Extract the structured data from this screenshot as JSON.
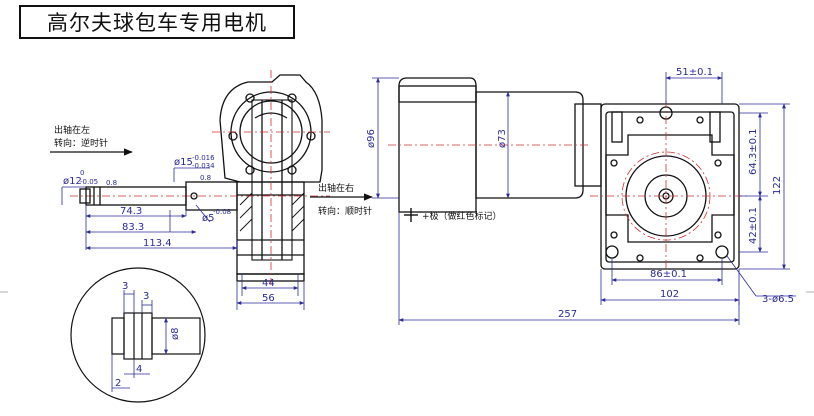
{
  "title": "高尔夫球包车专用电机",
  "notes": {
    "left_rotation_1": "出轴在左",
    "left_rotation_2": "转向：逆时针",
    "right_rotation_1": "出轴在右",
    "right_rotation_2": "转向：顺时针",
    "polarity": "+极（做红色标记）"
  },
  "dimensions": {
    "shaft_d12": "ø12",
    "shaft_d12_tol_upper": "0",
    "shaft_d12_tol_lower": "-0.05",
    "shaft_d15": "ø15",
    "shaft_d15_tol_upper": "-0.016",
    "shaft_d15_tol_lower": "-0.034",
    "shaft_d5": "ø5",
    "shaft_d5_tol": "-0.08",
    "len_74_3": "74.3",
    "len_83_3": "83.3",
    "len_113_4": "113.4",
    "width_44": "44",
    "width_56": "56",
    "dia_96": "ø96",
    "dia_73": "ø73",
    "dim_51": "51±0.1",
    "dim_64_3": "64.3±0.1",
    "dim_122": "122",
    "dim_42": "42±0.1",
    "dim_86": "86±0.1",
    "dim_102": "102",
    "holes": "3-ø6.5",
    "len_257": "257",
    "detail_3a": "3",
    "detail_3b": "3",
    "detail_d8": "ø8",
    "detail_4": "4",
    "detail_2": "2",
    "roughness": "0.8"
  },
  "colors": {
    "line": "#111111",
    "dimension": "#2a2a9a",
    "centerline": "#d03030"
  }
}
